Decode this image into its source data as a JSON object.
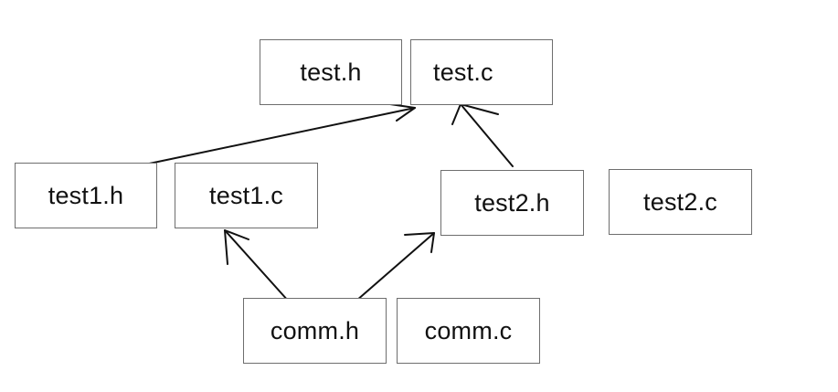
{
  "nodes": {
    "test_h": "test.h",
    "test_c": "test.c",
    "test1_h": "test1.h",
    "test1_c": "test1.c",
    "test2_h": "test2.h",
    "test2_c": "test2.c",
    "comm_h": "comm.h",
    "comm_c": "comm.c"
  },
  "edges": [
    {
      "from": "test1.h",
      "to": "test.c"
    },
    {
      "from": "test2.h",
      "to": "test.c"
    },
    {
      "from": "comm.h",
      "to": "test1.c"
    },
    {
      "from": "comm.h",
      "to": "test2.h"
    }
  ],
  "colors": {
    "line": "#111111",
    "box_border": "#6e6e6e",
    "background": "#ffffff"
  }
}
